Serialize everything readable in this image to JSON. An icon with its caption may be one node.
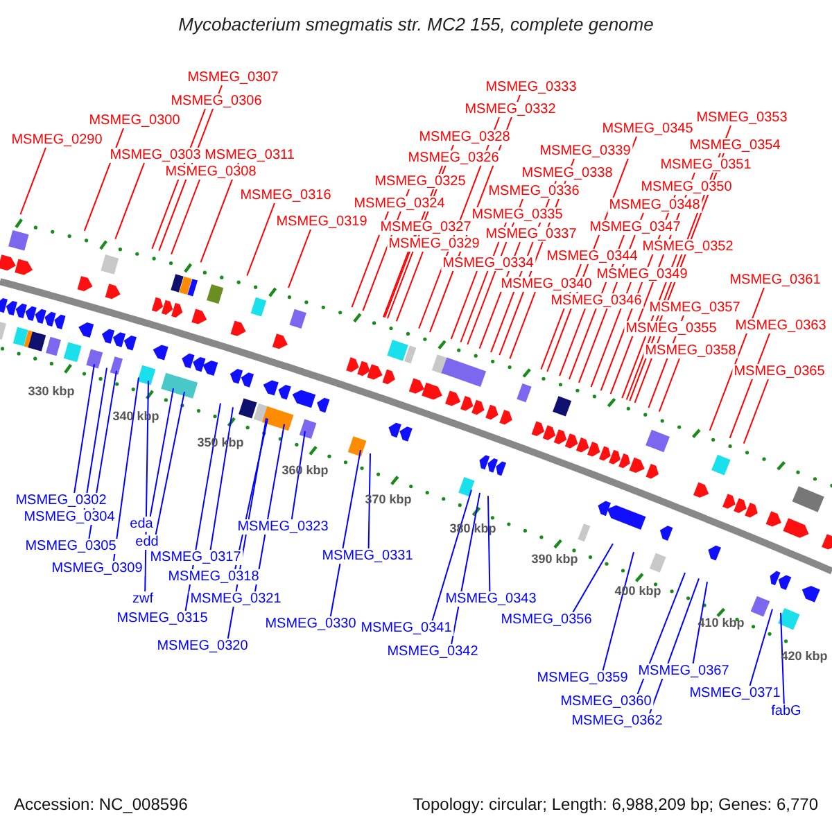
{
  "diagram": {
    "title": "Mycobacterium smegmatis str. MC2 155, complete genome",
    "nodes": [
      {
        "text": [
          "MSMEG_0307"
        ]
      },
      {
        "text": [
          "MSMEG_0333"
        ]
      },
      {
        "text": [
          "MSMEG_0306"
        ]
      },
      {
        "text": [
          "MSMEG_0332"
        ]
      },
      {
        "text": [
          "MSMEG_0353"
        ]
      },
      {
        "text": [
          "MSMEG_0300"
        ]
      },
      {
        "text": [
          "MSMEG_0345"
        ]
      },
      {
        "text": [
          "MSMEG_0328"
        ]
      },
      {
        "text": [
          "MSMEG_0290"
        ]
      },
      {
        "text": [
          "MSMEG_0354"
        ]
      },
      {
        "text": [
          "MSMEG_0339"
        ]
      },
      {
        "text": [
          "MSMEG_0303"
        ]
      },
      {
        "text": [
          "MSMEG_0311"
        ]
      },
      {
        "text": [
          "MSMEG_0326"
        ]
      },
      {
        "text": [
          "MSMEG_0351"
        ]
      },
      {
        "text": [
          "MSMEG_0308"
        ]
      },
      {
        "text": [
          "MSMEG_0338"
        ]
      },
      {
        "text": [
          "MSMEG_0325"
        ]
      },
      {
        "text": [
          "MSMEG_0350"
        ]
      },
      {
        "text": [
          "MSMEG_0336"
        ]
      },
      {
        "text": [
          "MSMEG_0316"
        ]
      },
      {
        "text": [
          "MSMEG_0324"
        ]
      },
      {
        "text": [
          "MSMEG_0348"
        ]
      },
      {
        "text": [
          "MSMEG_0335"
        ]
      },
      {
        "text": [
          "MSMEG_0319"
        ]
      },
      {
        "text": [
          "MSMEG_0327"
        ]
      },
      {
        "text": [
          "MSMEG_0347"
        ]
      },
      {
        "text": [
          "MSMEG_0337"
        ]
      },
      {
        "text": [
          "MSMEG_0329"
        ]
      },
      {
        "text": [
          "MSMEG_0352"
        ]
      },
      {
        "text": [
          "MSMEG_0344"
        ]
      },
      {
        "text": [
          "MSMEG_0334"
        ]
      },
      {
        "text": [
          "MSMEG_0349"
        ]
      },
      {
        "text": [
          "MSMEG_0361"
        ]
      },
      {
        "text": [
          "MSMEG_0340"
        ]
      },
      {
        "text": [
          "MSMEG_0346"
        ]
      },
      {
        "text": [
          "MSMEG_0357"
        ]
      },
      {
        "text": [
          "MSMEG_0363"
        ]
      },
      {
        "text": [
          "MSMEG_0355"
        ]
      },
      {
        "text": [
          "MSMEG_0358"
        ]
      },
      {
        "text": [
          "MSMEG_0365"
        ]
      },
      {
        "text": [
          "MSMEG_0302"
        ]
      },
      {
        "text": [
          "MSMEG_0304"
        ]
      },
      {
        "text": [
          "eda"
        ]
      },
      {
        "text": [
          "MSMEG_0323"
        ]
      },
      {
        "text": [
          "edd"
        ]
      },
      {
        "text": [
          "MSMEG_0305"
        ]
      },
      {
        "text": [
          "MSMEG_0317"
        ]
      },
      {
        "text": [
          "MSMEG_0331"
        ]
      },
      {
        "text": [
          "MSMEG_0309"
        ]
      },
      {
        "text": [
          "MSMEG_0318"
        ]
      },
      {
        "text": [
          "MSMEG_0343"
        ]
      },
      {
        "text": [
          "zwf"
        ]
      },
      {
        "text": [
          "MSMEG_0321"
        ]
      },
      {
        "text": [
          "MSMEG_0315"
        ]
      },
      {
        "text": [
          "MSMEG_0356"
        ]
      },
      {
        "text": [
          "MSMEG_0330"
        ]
      },
      {
        "text": [
          "MSMEG_0341"
        ]
      },
      {
        "text": [
          "MSMEG_0320"
        ]
      },
      {
        "text": [
          "MSMEG_0342"
        ]
      },
      {
        "text": [
          "MSMEG_0367"
        ]
      },
      {
        "text": [
          "MSMEG_0359"
        ]
      },
      {
        "text": [
          "MSMEG_0371"
        ]
      },
      {
        "text": [
          "MSMEG_0360"
        ]
      },
      {
        "text": [
          "fabG"
        ]
      },
      {
        "text": [
          "MSMEG_0362"
        ]
      }
    ],
    "edges": [
      {
        "from": 0,
        "to": null,
        "arrow": "none"
      },
      {
        "from": 1,
        "to": null,
        "arrow": "none"
      },
      {
        "from": 2,
        "to": null,
        "arrow": "none"
      },
      {
        "from": 3,
        "to": null,
        "arrow": "none"
      },
      {
        "from": 4,
        "to": null,
        "arrow": "none"
      },
      {
        "from": 5,
        "to": null,
        "arrow": "none"
      },
      {
        "from": 6,
        "to": null,
        "arrow": "none"
      },
      {
        "from": 7,
        "to": null,
        "arrow": "none"
      },
      {
        "from": 8,
        "to": null,
        "arrow": "none"
      },
      {
        "from": 9,
        "to": null,
        "arrow": "none"
      },
      {
        "from": 10,
        "to": null,
        "arrow": "none"
      },
      {
        "from": 11,
        "to": null,
        "arrow": "none"
      },
      {
        "from": 12,
        "to": null,
        "arrow": "none"
      },
      {
        "from": 13,
        "to": null,
        "arrow": "none"
      },
      {
        "from": 14,
        "to": null,
        "arrow": "none"
      },
      {
        "from": 15,
        "to": null,
        "arrow": "none"
      },
      {
        "from": 16,
        "to": null,
        "arrow": "none"
      },
      {
        "from": 17,
        "to": null,
        "arrow": "none"
      },
      {
        "from": 18,
        "to": null,
        "arrow": "none"
      },
      {
        "from": 19,
        "to": null,
        "arrow": "none"
      },
      {
        "from": 20,
        "to": null,
        "arrow": "none"
      },
      {
        "from": 21,
        "to": null,
        "arrow": "none"
      },
      {
        "from": 22,
        "to": null,
        "arrow": "none"
      },
      {
        "from": 23,
        "to": null,
        "arrow": "none"
      },
      {
        "from": 24,
        "to": null,
        "arrow": "none"
      },
      {
        "from": 25,
        "to": null,
        "arrow": "none"
      },
      {
        "from": 26,
        "to": null,
        "arrow": "none"
      },
      {
        "from": 27,
        "to": null,
        "arrow": "none"
      },
      {
        "from": 28,
        "to": null,
        "arrow": "none"
      },
      {
        "from": 29,
        "to": null,
        "arrow": "none"
      },
      {
        "from": 30,
        "to": null,
        "arrow": "none"
      },
      {
        "from": 31,
        "to": null,
        "arrow": "none"
      },
      {
        "from": 32,
        "to": null,
        "arrow": "none"
      },
      {
        "from": 33,
        "to": null,
        "arrow": "none"
      },
      {
        "from": 34,
        "to": null,
        "arrow": "none"
      },
      {
        "from": 35,
        "to": null,
        "arrow": "none"
      },
      {
        "from": 36,
        "to": null,
        "arrow": "none"
      },
      {
        "from": 37,
        "to": null,
        "arrow": "none"
      },
      {
        "from": 38,
        "to": null,
        "arrow": "none"
      },
      {
        "from": 39,
        "to": null,
        "arrow": "none"
      },
      {
        "from": 40,
        "to": null,
        "arrow": "none"
      },
      {
        "from": 41,
        "to": null,
        "arrow": "none",
        "color": "#0000ff"
      },
      {
        "from": 42,
        "to": null,
        "arrow": "none",
        "color": "#0000ff"
      },
      {
        "from": 43,
        "to": null,
        "arrow": "none",
        "color": "#0000ff"
      },
      {
        "from": 44,
        "to": null,
        "arrow": "none",
        "color": "#0000ff"
      },
      {
        "from": 45,
        "to": null,
        "arrow": "none",
        "color": "#0000ff"
      },
      {
        "from": 46,
        "to": null,
        "arrow": "none",
        "color": "#0000ff"
      },
      {
        "from": 47,
        "to": null,
        "arrow": "none",
        "color": "#0000ff"
      },
      {
        "from": 48,
        "to": null,
        "arrow": "none",
        "color": "#0000ff"
      },
      {
        "from": 49,
        "to": null,
        "arrow": "none",
        "color": "#0000ff"
      },
      {
        "from": 50,
        "to": null,
        "arrow": "none",
        "color": "#0000ff"
      },
      {
        "from": 51,
        "to": null,
        "arrow": "none",
        "color": "#0000ff"
      },
      {
        "from": 52,
        "to": null,
        "arrow": "none",
        "color": "#0000ff"
      },
      {
        "from": 53,
        "to": null,
        "arrow": "none",
        "color": "#0000ff"
      },
      {
        "from": 54,
        "to": null,
        "arrow": "none",
        "color": "#0000ff"
      },
      {
        "from": 55,
        "to": null,
        "arrow": "none",
        "color": "#0000ff"
      },
      {
        "from": 56,
        "to": null,
        "arrow": "none",
        "color": "#0000ff"
      },
      {
        "from": 57,
        "to": null,
        "arrow": "none",
        "color": "#0000ff"
      },
      {
        "from": 58,
        "to": null,
        "arrow": "none",
        "color": "#0000ff"
      },
      {
        "from": 59,
        "to": null,
        "arrow": "none",
        "color": "#0000ff"
      },
      {
        "from": 60,
        "to": null,
        "arrow": "none",
        "color": "#0000ff"
      },
      {
        "from": 61,
        "to": null,
        "arrow": "none",
        "color": "#0000ff"
      },
      {
        "from": 62,
        "to": null,
        "arrow": "none",
        "color": "#0000ff"
      },
      {
        "from": 63,
        "to": null,
        "arrow": "none",
        "color": "#0000ff"
      },
      {
        "from": 64,
        "to": null,
        "arrow": "none",
        "color": "#0000ff"
      },
      {
        "from": 65,
        "to": null,
        "arrow": "none",
        "color": "#0000ff"
      }
    ],
    "labels": [
      "330 kbp",
      "340 kbp",
      "350 kbp",
      "360 kbp",
      "370 kbp",
      "380 kbp",
      "390 kbp",
      "400 kbp",
      "410 kbp",
      "420 kbp",
      "Accession: NC_008596",
      "Topology: circular; Length: 6,988,209 bp; Genes: 6,770"
    ]
  }
}
